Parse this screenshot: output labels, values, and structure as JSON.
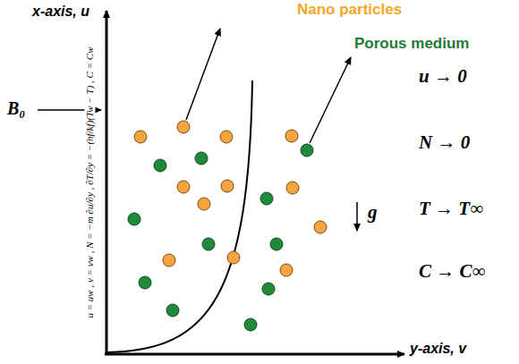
{
  "diagram": {
    "labels": [
      "x-axis, u",
      "Nano particles",
      "Porous medium",
      "u → 0",
      "N → 0",
      "g",
      "T → T∞",
      "C → C∞",
      "B₀",
      "y-axis, v",
      "u = uw , v = vw , N = −m ∂u/∂y , ∂T/∂y = −(hf/kf)(Tw − T) , C = Cw"
    ]
  }
}
